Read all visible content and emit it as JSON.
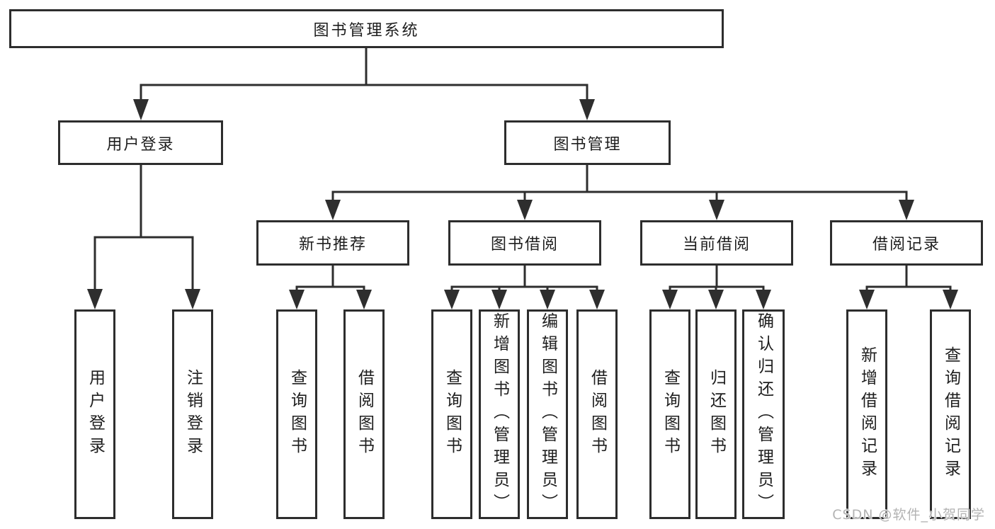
{
  "watermark": "CSDN @软件_小贺同学",
  "colors": {
    "line": "#2e2e2e",
    "box_border": "#2d2d2d",
    "text": "#1e1e1e",
    "watermark": "#b3b3b3",
    "background": "#ffffff"
  },
  "tree": {
    "root": "图书管理系统",
    "children": [
      {
        "label": "用户登录",
        "children": [
          "用户登录",
          "注销登录"
        ]
      },
      {
        "label": "图书管理",
        "children": [
          {
            "label": "新书推荐",
            "children": [
              "查询图书",
              "借阅图书"
            ]
          },
          {
            "label": "图书借阅",
            "children": [
              "查询图书",
              "新增图书（管理员）",
              "编辑图书（管理员）",
              "借阅图书"
            ]
          },
          {
            "label": "当前借阅",
            "children": [
              "查询图书",
              "归还图书",
              "确认归还（管理员）"
            ]
          },
          {
            "label": "借阅记录",
            "children": [
              "新增借阅记录",
              "查询借阅记录"
            ]
          }
        ]
      }
    ]
  }
}
